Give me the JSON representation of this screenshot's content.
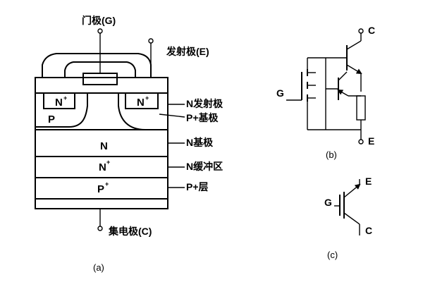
{
  "panel_a": {
    "gate_label": "门极(G)",
    "emitter_label": "发射极(E)",
    "collector_label": "集电极(C)",
    "caption": "(a)",
    "regions": {
      "n_plus_left": "N",
      "n_plus_right": "N",
      "plus_sup": "+",
      "p_region": "P",
      "n_region": "N",
      "n_buffer": "N",
      "p_plus": "P"
    },
    "side_labels": {
      "n_emitter": "N发射极",
      "p_base": "P+基极",
      "n_base": "N基极",
      "n_buffer": "N缓冲区",
      "p_layer": "P+层"
    }
  },
  "panel_b": {
    "gate": "G",
    "collector": "C",
    "emitter": "E",
    "caption": "(b)"
  },
  "panel_c": {
    "gate": "G",
    "emitter": "E",
    "collector": "C",
    "caption": "(c)"
  }
}
